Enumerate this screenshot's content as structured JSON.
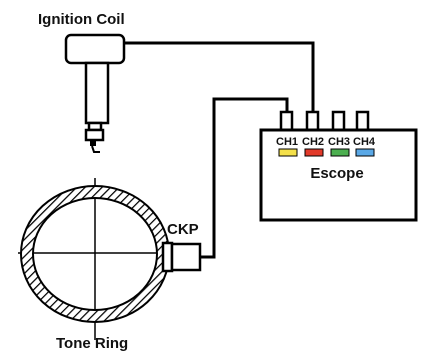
{
  "labels": {
    "ignition_coil": "Ignition Coil",
    "tone_ring": "Tone Ring",
    "ckp": "CKP",
    "escope": "Escope"
  },
  "channels": [
    {
      "label": "CH1",
      "color": "#f4e04a"
    },
    {
      "label": "CH2",
      "color": "#e23a2a"
    },
    {
      "label": "CH3",
      "color": "#4caf50"
    },
    {
      "label": "CH4",
      "color": "#5aa8e6"
    }
  ]
}
